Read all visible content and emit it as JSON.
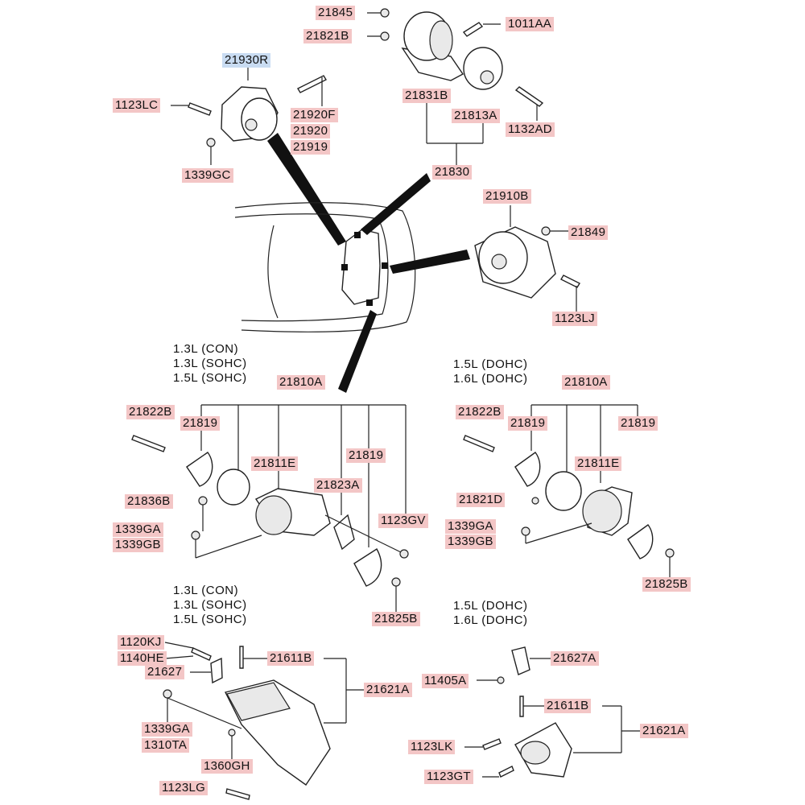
{
  "labels": {
    "l21845": "21845",
    "l21821b": "21821B",
    "l1011aa": "1011AA",
    "l21930r": "21930R",
    "l1123lc": "1123LC",
    "l21920f": "21920F",
    "l21920": "21920",
    "l21919": "21919",
    "l1339gc": "1339GC",
    "l21831b": "21831B",
    "l21813a": "21813A",
    "l1132ad": "1132AD",
    "l21830": "21830",
    "l21910b": "21910B",
    "l21849": "21849",
    "l1123lj": "1123LJ",
    "c_21810a": "21810A",
    "c_21822b": "21822B",
    "c_21819a": "21819",
    "c_21811e": "21811E",
    "c_21819b": "21819",
    "c_21836b": "21836B",
    "c_21823a": "21823A",
    "c_1339ga": "1339GA",
    "c_1339gb": "1339GB",
    "c_1123gv": "1123GV",
    "c_21825b": "21825B",
    "d_21810a": "21810A",
    "d_21822b": "21822B",
    "d_21819a": "21819",
    "d_21819b": "21819",
    "d_21811e": "21811E",
    "d_21821d": "21821D",
    "d_1339ga": "1339GA",
    "d_1339gb": "1339GB",
    "d_21825b": "21825B",
    "e_1120kj": "1120KJ",
    "e_1140he": "1140HE",
    "e_21627": "21627",
    "e_21611b": "21611B",
    "e_21621a": "21621A",
    "e_1339ga": "1339GA",
    "e_1310ta": "1310TA",
    "e_1360gh": "1360GH",
    "e_1123lg": "1123LG",
    "f_11405a": "11405A",
    "f_21627a": "21627A",
    "f_21611b": "21611B",
    "f_21621a": "21621A",
    "f_1123lk": "1123LK",
    "f_1123gt": "1123GT"
  },
  "notes": {
    "con_left": "1.3L (CON)\n1.3L (SOHC)\n1.5L (SOHC)",
    "dohc_right": "1.5L (DOHC)\n1.6L (DOHC)",
    "con_left_b": "1.3L (CON)\n1.3L (SOHC)\n1.5L (SOHC)",
    "dohc_right_b": "1.5L (DOHC)\n1.6L (DOHC)"
  },
  "colors": {
    "label_bg": "#f3c6c6",
    "highlight_bg": "#c9dcf2"
  }
}
